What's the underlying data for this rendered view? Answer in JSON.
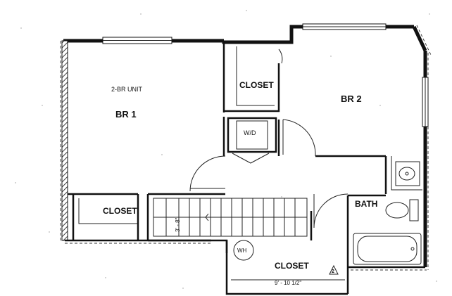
{
  "plan": {
    "unit_label": "2-BR UNIT",
    "rooms": {
      "br1": "BR 1",
      "br2": "BR 2",
      "closet_top": "CLOSET",
      "closet_left": "CLOSET",
      "closet_bottom": "CLOSET",
      "bath": "BATH",
      "wd": "W/D",
      "wh": "WH"
    },
    "dimensions": {
      "stair_width": "3' - 8\"",
      "closet_width": "9' - 10 1/2\""
    },
    "marker": "2"
  }
}
